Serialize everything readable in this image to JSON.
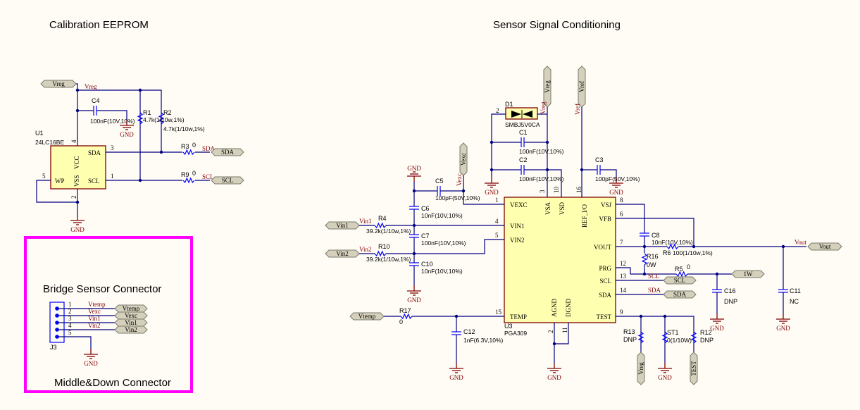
{
  "sections": {
    "eeprom_title": "Calibration EEPROM",
    "signal_title": "Sensor Signal Conditioning",
    "bridge_title": "Bridge Sensor Connector",
    "connector_title": "Middle&Down Connector"
  },
  "nets": {
    "gnd": "GND",
    "vreg": "Vreg",
    "vref": "Vref",
    "vexc": "Vexc",
    "vin1": "Vin1",
    "vin2": "Vin2",
    "vtemp": "Vtemp",
    "vout": "Vout",
    "sda": "SDA",
    "scl": "SCL",
    "test": "TEST",
    "one_wire": "1W"
  },
  "components": {
    "U1": {
      "ref": "U1",
      "value": "24LC16BE",
      "pins": [
        {
          "name": "VCC",
          "num": "4"
        },
        {
          "name": "VSS",
          "num": "2"
        },
        {
          "name": "SDA",
          "num": "3"
        },
        {
          "name": "SCL",
          "num": "1"
        },
        {
          "name": "WP",
          "num": "5"
        }
      ]
    },
    "C4": {
      "ref": "C4",
      "value": "100nF(10V,10%)"
    },
    "R1": {
      "ref": "R1",
      "value": "4.7k(1/10w,1%)"
    },
    "R2": {
      "ref": "R2",
      "value": "4.7k(1/10w,1%)"
    },
    "R3": {
      "ref": "R3",
      "value": "0"
    },
    "R9": {
      "ref": "R9",
      "value": "0"
    },
    "J3": {
      "ref": "J3",
      "pins": [
        "1",
        "2",
        "3",
        "4",
        "5"
      ]
    },
    "D1": {
      "ref": "D1",
      "value": "SMBJ5V0CA",
      "pin": "2"
    },
    "C1": {
      "ref": "C1",
      "value": "100nF(10V,10%)"
    },
    "C2": {
      "ref": "C2",
      "value": "100nF(10V,10%)"
    },
    "C3": {
      "ref": "C3",
      "value": "100pF(50V,10%)"
    },
    "C5": {
      "ref": "C5",
      "value": "100pF(50V,10%)"
    },
    "C6": {
      "ref": "C6",
      "value": "10nF(10V,10%)"
    },
    "C7": {
      "ref": "C7",
      "value": "100nF(10V,10%)"
    },
    "C10": {
      "ref": "C10",
      "value": "10nF(10V,10%)"
    },
    "R4": {
      "ref": "R4",
      "value": "39.2k(1/10w,1%)"
    },
    "R10": {
      "ref": "R10",
      "value": "39.2k(1/10w,1%)"
    },
    "R17": {
      "ref": "R17",
      "value": "0"
    },
    "C12": {
      "ref": "C12",
      "value": "1nF(6.3V,10%)"
    },
    "U3": {
      "ref": "U3",
      "value": "PGA309",
      "pins": [
        {
          "name": "VEXC",
          "num": "1"
        },
        {
          "name": "VIN1",
          "num": "4"
        },
        {
          "name": "VIN2",
          "num": "5"
        },
        {
          "name": "TEMP",
          "num": "15"
        },
        {
          "name": "VSA",
          "num": "3"
        },
        {
          "name": "VSD",
          "num": "10"
        },
        {
          "name": "REF_I/O",
          "num": "16"
        },
        {
          "name": "AGND",
          "num": "2"
        },
        {
          "name": "DGND",
          "num": "11"
        },
        {
          "name": "VSJ",
          "num": "8"
        },
        {
          "name": "VFB",
          "num": "6"
        },
        {
          "name": "VOUT",
          "num": "7"
        },
        {
          "name": "PRG",
          "num": "12"
        },
        {
          "name": "SCL",
          "num": "13"
        },
        {
          "name": "SDA",
          "num": "14"
        },
        {
          "name": "TEST",
          "num": "9"
        }
      ]
    },
    "C8": {
      "ref": "C8",
      "value": "10nF(10V,10%)"
    },
    "R6": {
      "ref": "R6",
      "value": "100(1/10w,1%)"
    },
    "R16": {
      "ref": "R16",
      "value": "0W"
    },
    "R5": {
      "ref": "R5",
      "value": "0"
    },
    "C16": {
      "ref": "C16",
      "value": "DNP"
    },
    "C11": {
      "ref": "C11",
      "value": "NC"
    },
    "R13": {
      "ref": "R13",
      "value": "DNP"
    },
    "ST1": {
      "ref": "ST1",
      "value": "0(1/10W)"
    },
    "R12": {
      "ref": "R12",
      "value": "DNP"
    }
  },
  "colors": {
    "wire": "#000080",
    "component": "#0000ff",
    "net_label": "#800000",
    "ic_fill": "#ffffb0",
    "port_fill": "#d4d0bc",
    "highlight_box": "#ff00ff"
  }
}
